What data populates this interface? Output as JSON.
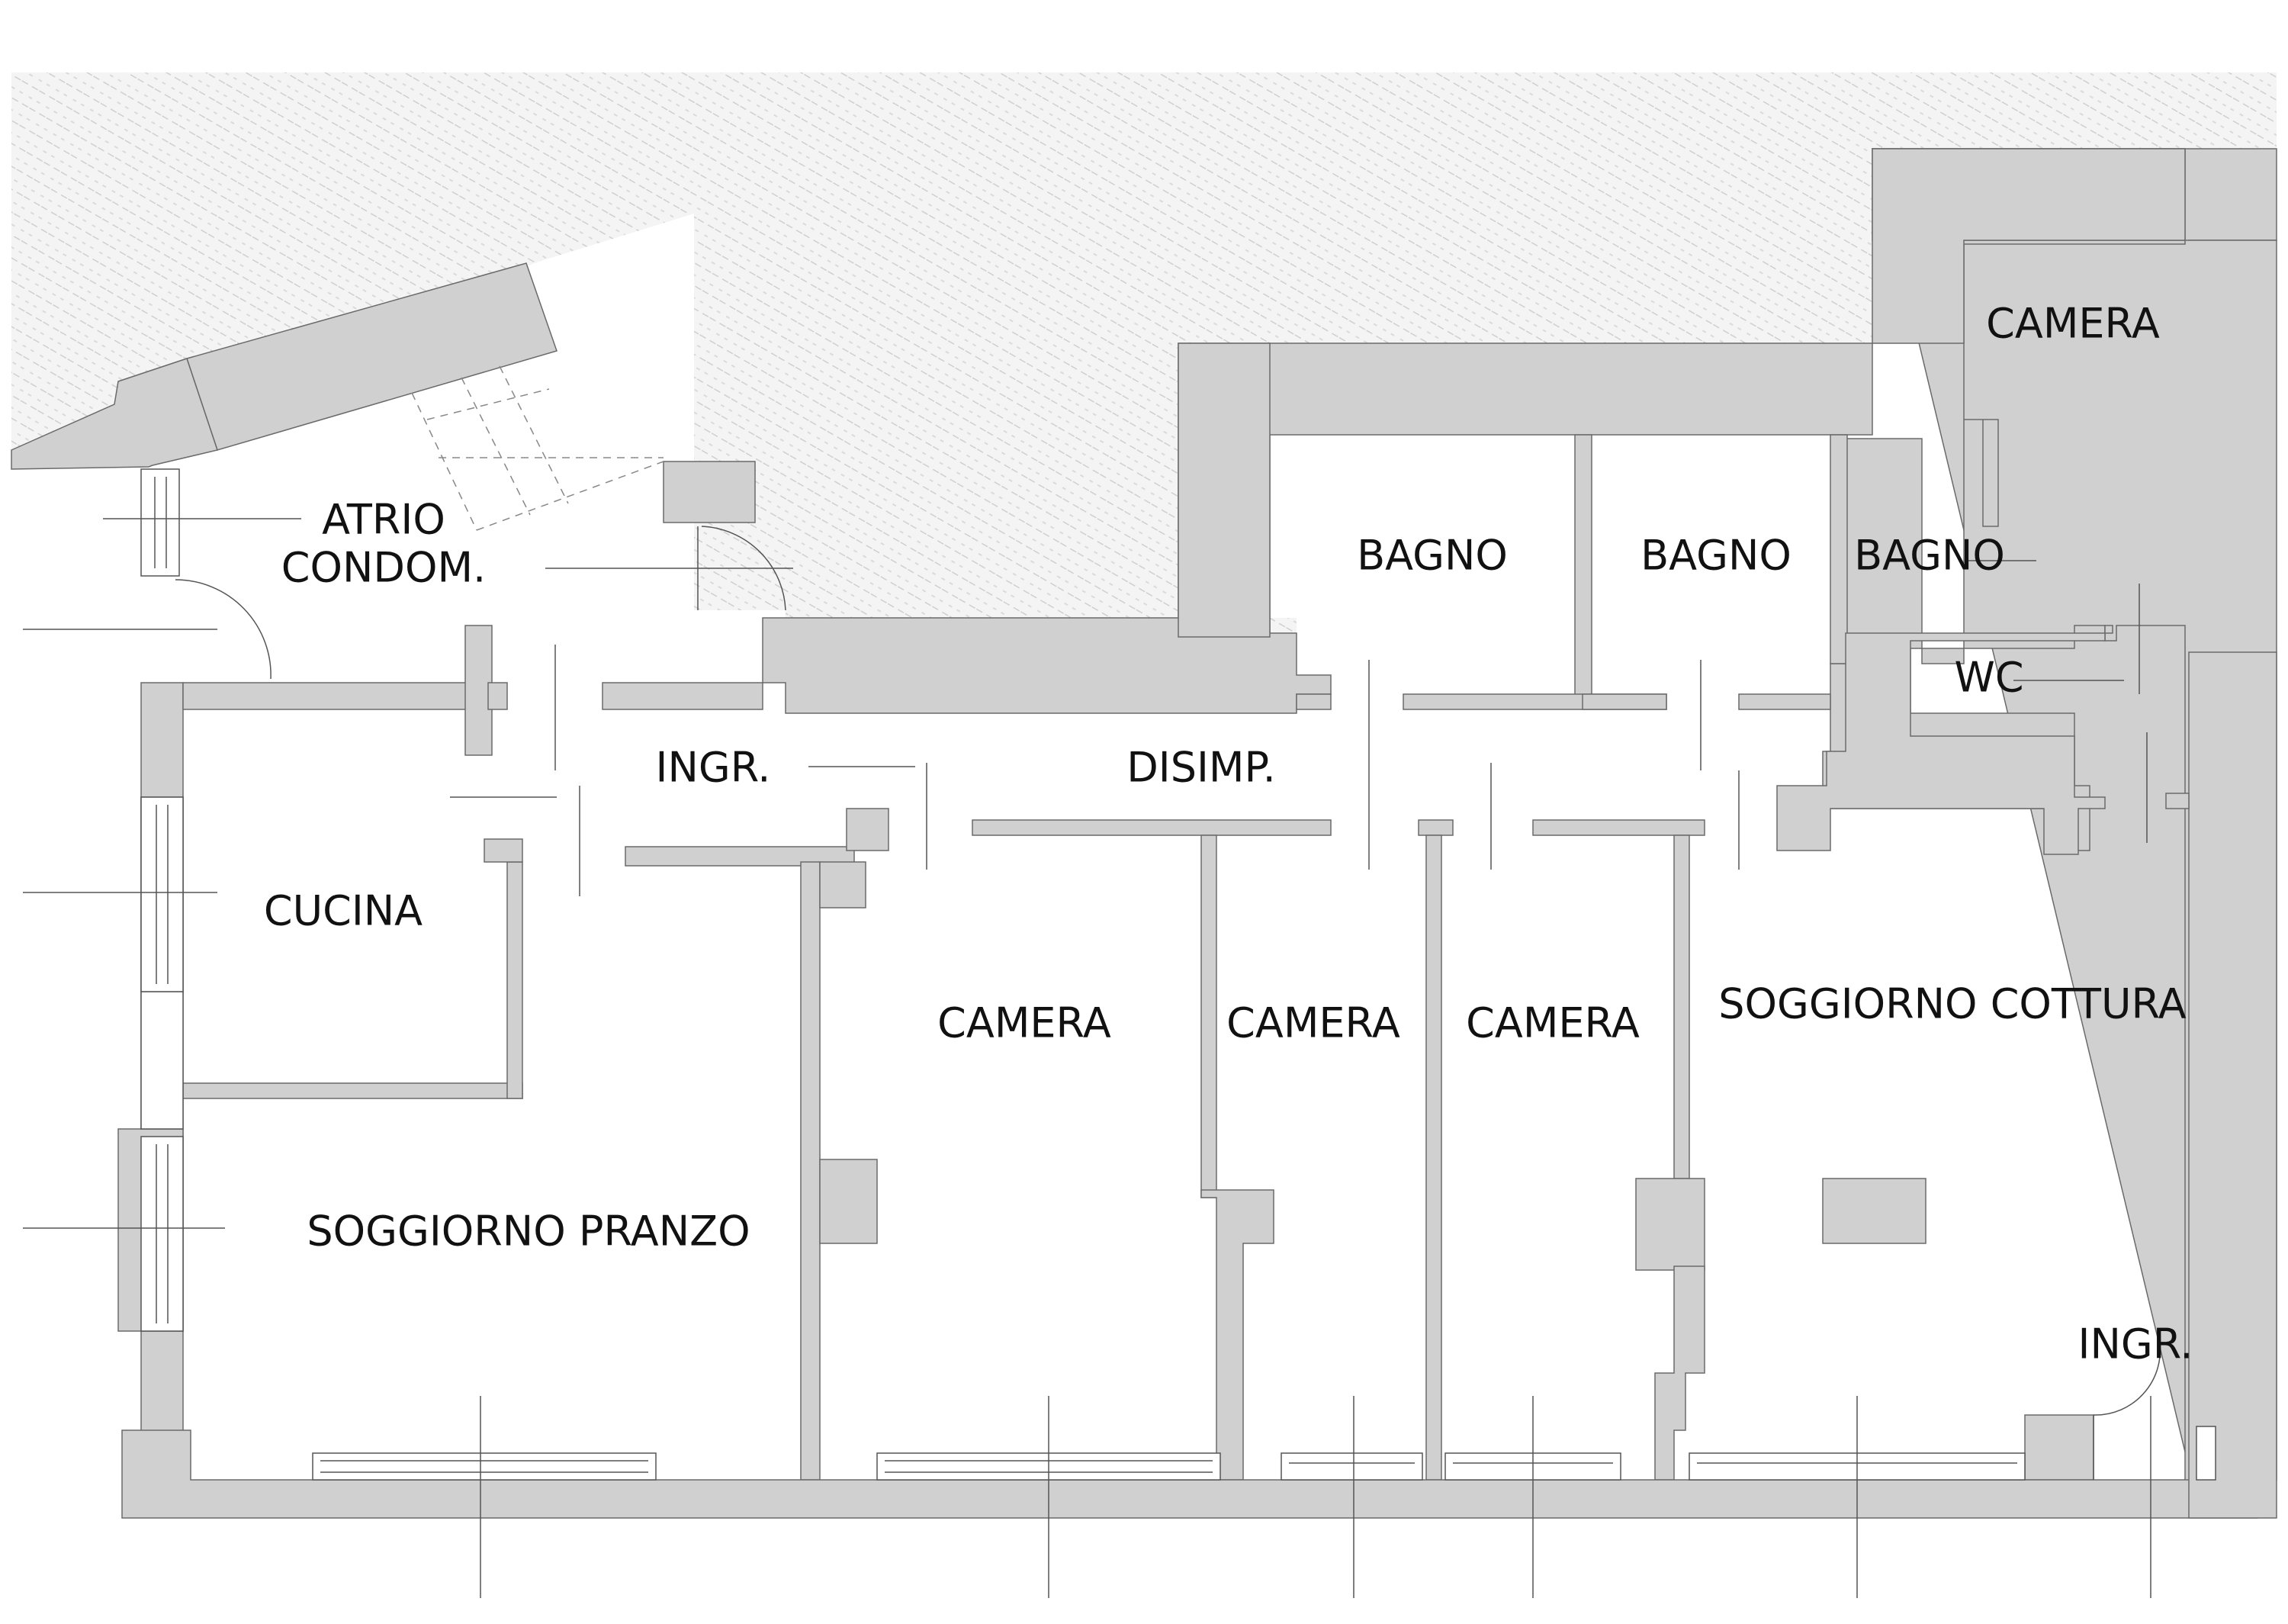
{
  "colors": {
    "wall": "#d0d0d0",
    "hatch": "#c8c8c8",
    "line": "#555555",
    "background": "#ffffff"
  },
  "rooms": {
    "atrio_line1": "ATRIO",
    "atrio_line2": "CONDOM.",
    "ingr_top": "INGR.",
    "disimp": "DISIMP.",
    "cucina": "CUCINA",
    "soggiorno_pranzo": "SOGGIORNO PRANZO",
    "camera_1": "CAMERA",
    "camera_2": "CAMERA",
    "camera_3": "CAMERA",
    "soggiorno_cottura": "SOGGIORNO COTTURA",
    "ingr_right": "INGR.",
    "bagno_1": "BAGNO",
    "bagno_2": "BAGNO",
    "bagno_3": "BAGNO",
    "wc": "WC",
    "camera_top": "CAMERA"
  }
}
